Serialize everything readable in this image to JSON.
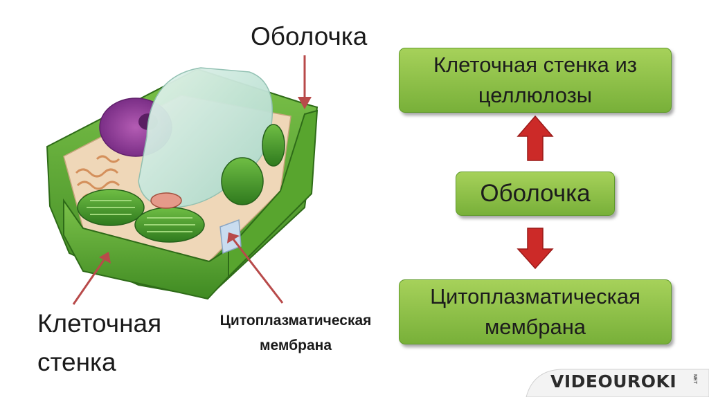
{
  "labels": {
    "top": "Оболочка",
    "wall_line1": "Клеточная",
    "wall_line2": "стенка",
    "membrane_line1": "Цитоплазматическая",
    "membrane_line2": "мембрана"
  },
  "scheme": {
    "top_line1": "Клеточная стенка из",
    "top_line2": "целлюлозы",
    "middle": "Оболочка",
    "bottom_line1": "Цитоплазматическая",
    "bottom_line2": "мембрана"
  },
  "logo": {
    "text": "VIDEOUROKI",
    "suffix": "NET"
  },
  "colors": {
    "box_green": "#8cc249",
    "arrow_red": "#cc2a28",
    "pointer_red": "#b84a4a",
    "cell_wall_green": "#4f9a2c"
  }
}
